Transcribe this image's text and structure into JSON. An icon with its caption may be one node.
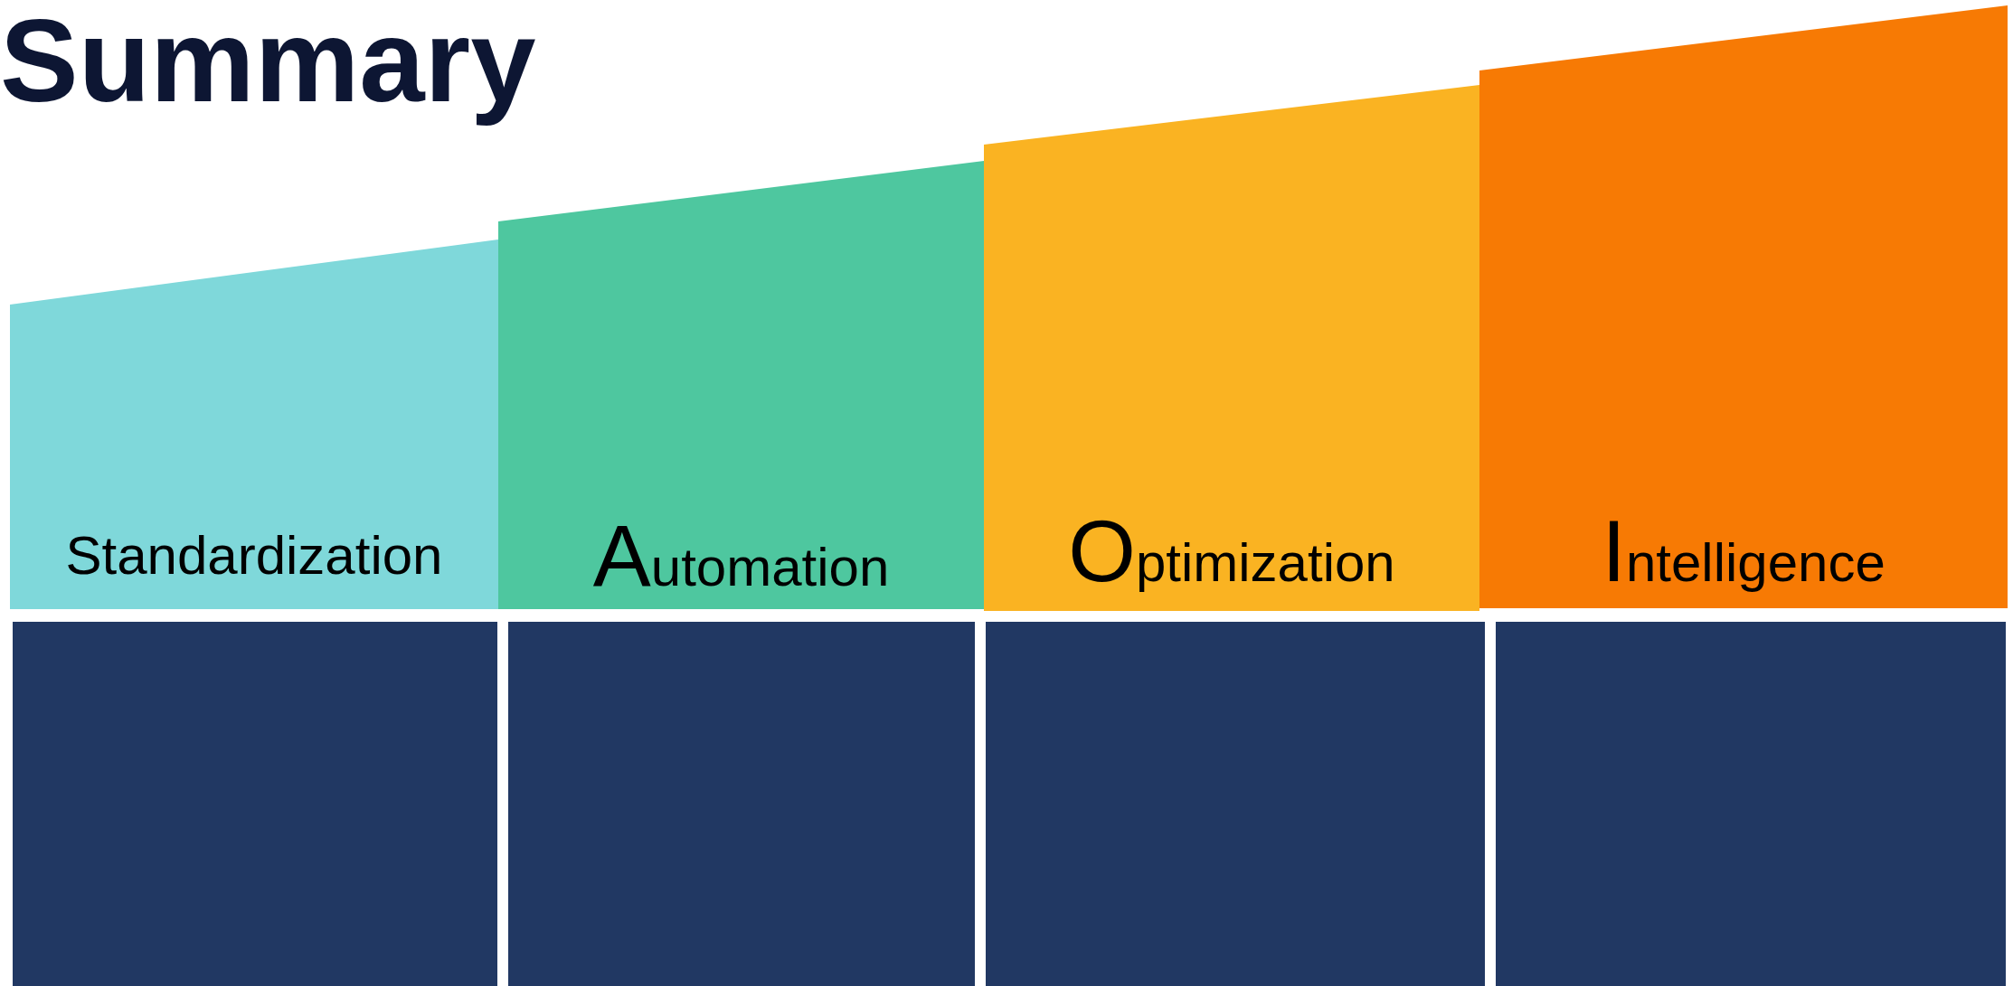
{
  "diagram": {
    "title": "Summary",
    "nodes": [
      {
        "text": [
          "Standardization"
        ]
      },
      {
        "text": [
          "Automation"
        ]
      },
      {
        "text": [
          "Optimization"
        ]
      },
      {
        "text": [
          "Intelligence"
        ]
      },
      {
        "text": [],
        "shape": "box"
      },
      {
        "text": [],
        "shape": "box"
      },
      {
        "text": [],
        "shape": "box"
      },
      {
        "text": [],
        "shape": "box"
      }
    ],
    "edges": []
  }
}
